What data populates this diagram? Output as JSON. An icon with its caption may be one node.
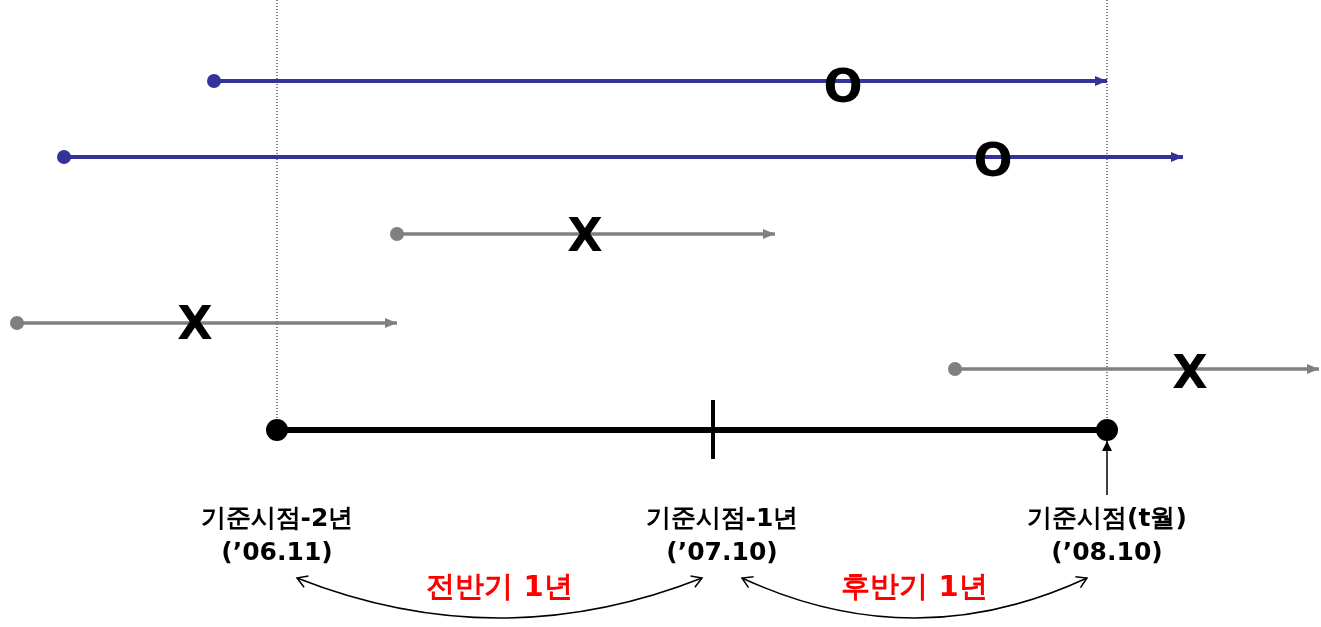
{
  "diagram": {
    "nodes": [
      {
        "text": [
          "기준시점-2년",
          "(’06.11)"
        ]
      },
      {
        "text": [
          "기준시점-1년",
          "(’07.10)"
        ]
      },
      {
        "text": [
          "기준시점(t월)",
          "(’08.10)"
        ]
      },
      {
        "text": [],
        "shape": "circle"
      }
    ],
    "edges": [
      {
        "from": 0,
        "to": 1,
        "arrow": "both",
        "label": "전반기 1년"
      },
      {
        "from": 1,
        "to": 2,
        "arrow": "both",
        "label": "후반기 1년"
      },
      {
        "from": 2,
        "to": 3,
        "arrow": "to"
      }
    ],
    "labels": [
      "O",
      "O",
      "X",
      "X",
      "X"
    ]
  }
}
